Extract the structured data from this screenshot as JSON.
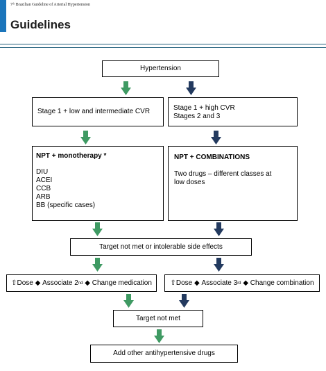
{
  "header": {
    "running_head": "7ᵗʰ Brazilian Guideline of Arterial Hypertension",
    "section_title": "Guidelines"
  },
  "colors": {
    "green_arrow": "#3f9a63",
    "navy_arrow": "#233a5f",
    "accent_bar": "#1b75bb",
    "rule": "#1d5c7a"
  },
  "flowchart": {
    "start": "Hypertension",
    "left_branch": {
      "condition": "Stage 1 + low and intermediate CVR",
      "treatment_title": "NPT + monotherapy *",
      "drugs": [
        "DIU",
        "ACEI",
        "CCB",
        "ARB",
        "BB (specific cases)"
      ]
    },
    "right_branch": {
      "condition_lines": [
        "Stage 1 + high CVR",
        "Stages 2 and 3"
      ],
      "treatment_title": "NPT + COMBINATIONS",
      "treatment_desc_lines": [
        "Two drugs – different classes at",
        "low doses"
      ]
    },
    "target_check_1": "Target not met or intolerable side effects",
    "left_action": {
      "up_symbol": "⇧",
      "dose": "Dose",
      "diamond": "◆",
      "associate": "Associate 2",
      "associate_ordinal": "nd",
      "change": "Change medication"
    },
    "right_action": {
      "up_symbol": "⇧",
      "dose": "Dose",
      "diamond": "◆",
      "associate": "Associate 3",
      "associate_ordinal": "rd",
      "change": "Change combination"
    },
    "target_check_2": "Target not met",
    "end": "Add other antihypertensive drugs"
  }
}
